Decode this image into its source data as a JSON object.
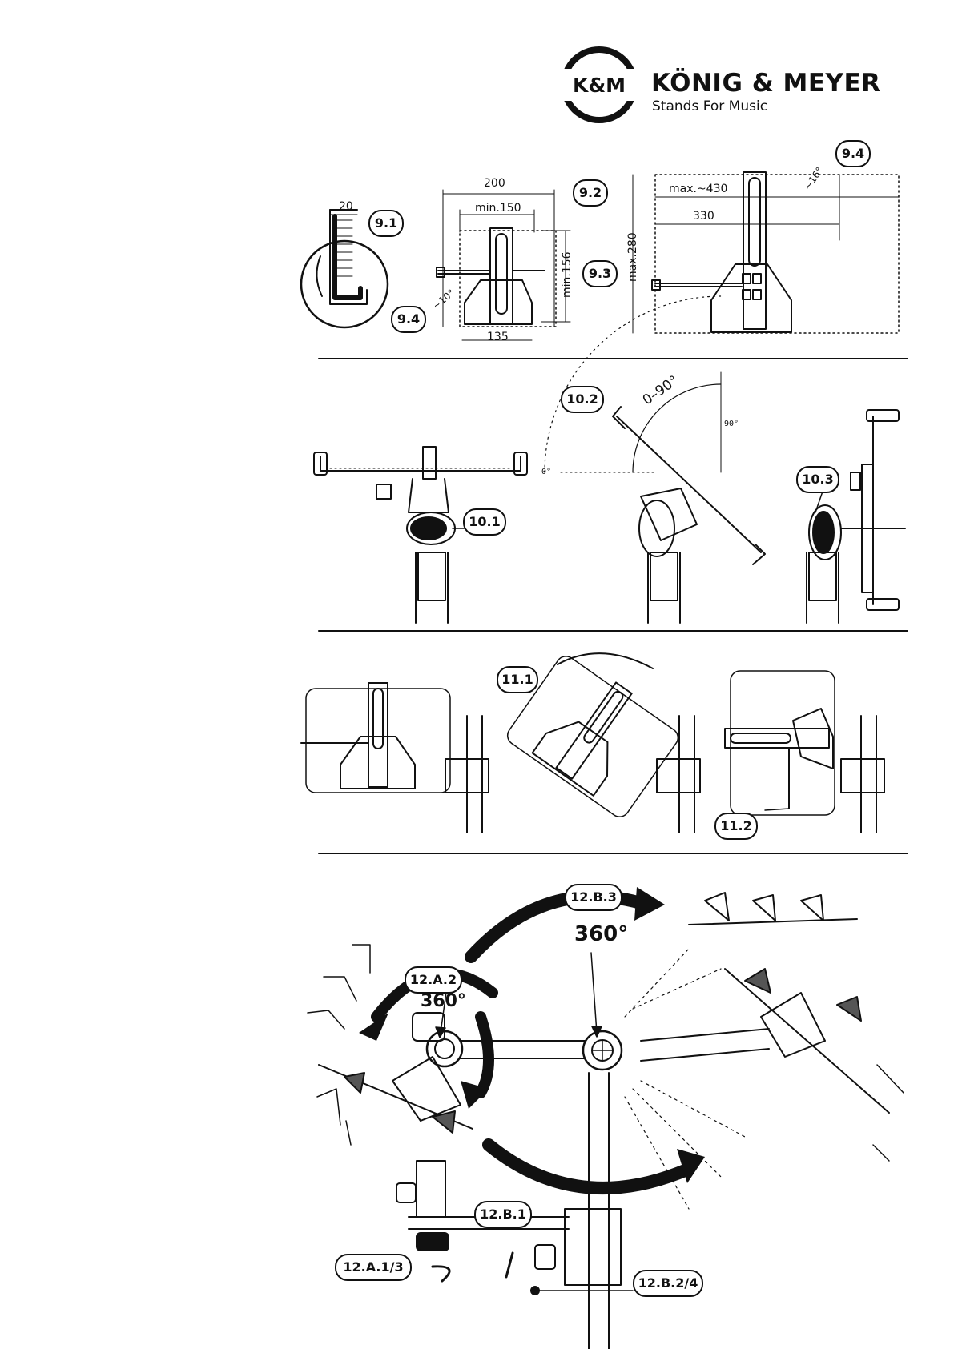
{
  "brand": {
    "logo_text": "K&M",
    "name": "KÖNIG & MEYER",
    "tagline": "Stands For Music"
  },
  "callouts": {
    "c9_1": "9.1",
    "c9_2": "9.2",
    "c9_3": "9.3",
    "c9_4_left": "9.4",
    "c9_4_right": "9.4",
    "c10_1": "10.1",
    "c10_2": "10.2",
    "c10_3": "10.3",
    "c11_1": "11.1",
    "c11_2": "11.2",
    "c12_B_3": "12.B.3",
    "c12_A_2": "12.A.2",
    "c12_B_1": "12.B.1",
    "c12_A_1_3": "12.A.1/3",
    "c12_B_2_4": "12.B.2/4"
  },
  "dimensions": {
    "d20": "20",
    "d200": "200",
    "dmin150": "min.150",
    "dmin156": "min.156",
    "d135": "135",
    "dangle10": "~10°",
    "dmax430": "max.~430",
    "d330": "330",
    "dmax280": "max.280",
    "dangle16": "~16°"
  },
  "angles": {
    "range": "0–90°",
    "zero": "0°",
    "ninety": "90°",
    "rot_a": "360°",
    "rot_b": "360°"
  }
}
